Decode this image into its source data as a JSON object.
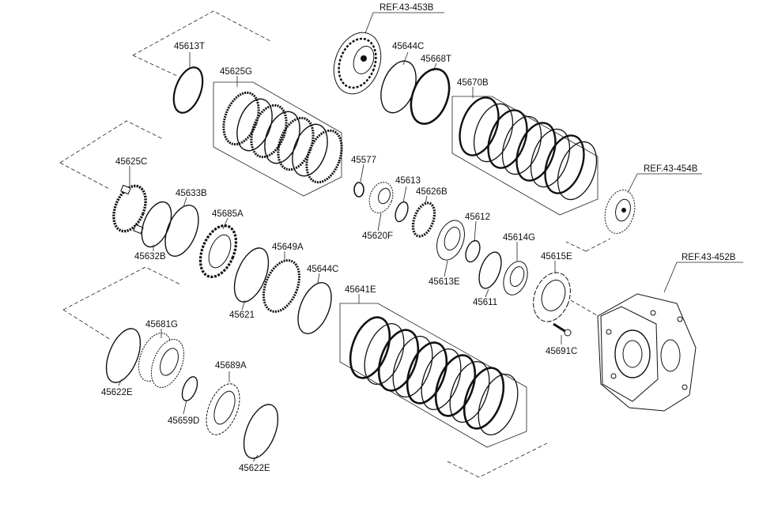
{
  "references": {
    "ref_453b": "REF.43-453B",
    "ref_454b": "REF.43-454B",
    "ref_452b": "REF.43-452B"
  },
  "parts": {
    "p45613T": "45613T",
    "p45625G": "45625G",
    "p45644C_top": "45644C",
    "p45668T": "45668T",
    "p45670B": "45670B",
    "p45625C": "45625C",
    "p45633B": "45633B",
    "p45632B": "45632B",
    "p45685A": "45685A",
    "p45577": "45577",
    "p45613": "45613",
    "p45626B": "45626B",
    "p45620F": "45620F",
    "p45612": "45612",
    "p45614G": "45614G",
    "p45613E": "45613E",
    "p45611": "45611",
    "p45615E": "45615E",
    "p45691C": "45691C",
    "p45649A": "45649A",
    "p45644C_mid": "45644C",
    "p45621": "45621",
    "p45641E": "45641E",
    "p45681G": "45681G",
    "p45622E_left": "45622E",
    "p45659D": "45659D",
    "p45689A": "45689A",
    "p45622E_bottom": "45622E"
  }
}
